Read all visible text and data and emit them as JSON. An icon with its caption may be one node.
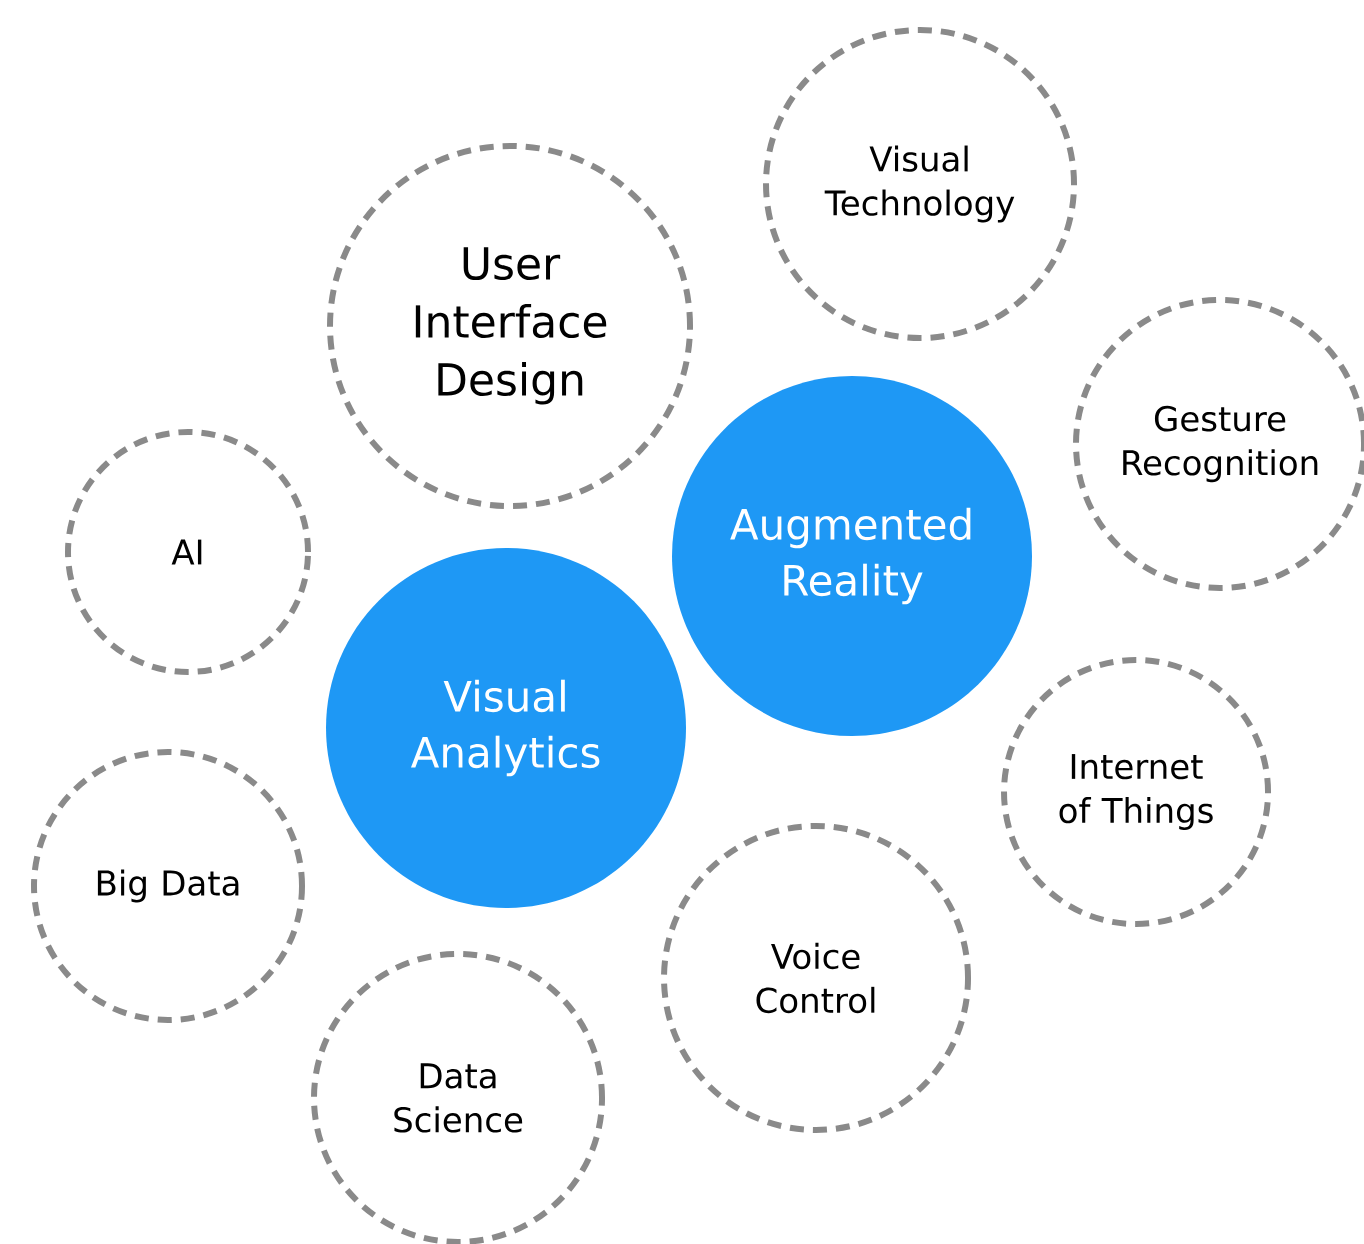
{
  "diagram": {
    "nodes": [
      {
        "text": [
          "Visual Technology"
        ]
      },
      {
        "text": [
          "User Interface Design"
        ]
      },
      {
        "text": [
          "Gesture Recognition"
        ]
      },
      {
        "text": [
          "AI"
        ]
      },
      {
        "text": [
          "Augmented Reality"
        ]
      },
      {
        "text": [
          "Visual Analytics"
        ]
      },
      {
        "text": [
          "Internet of Things"
        ]
      },
      {
        "text": [
          "Big Data"
        ]
      },
      {
        "text": [
          "Voice Control"
        ]
      },
      {
        "text": [
          "Data Science"
        ]
      }
    ]
  }
}
